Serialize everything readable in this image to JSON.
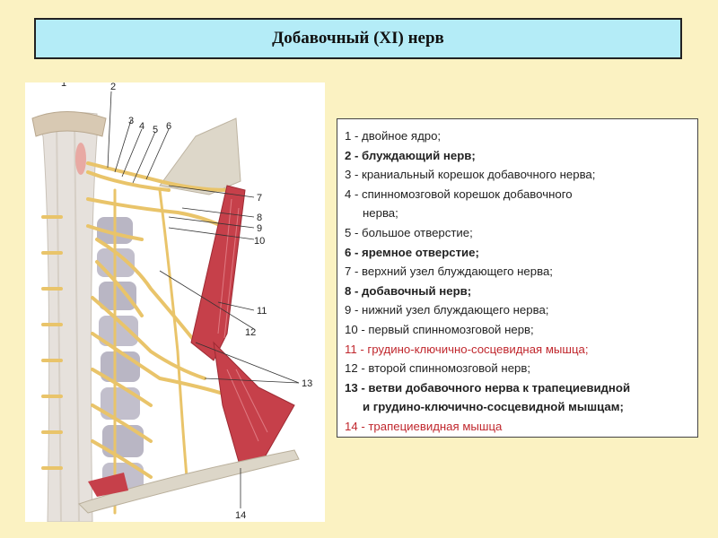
{
  "title": "Добавочный (XI) нерв",
  "figure": {
    "labels": [
      "1",
      "2",
      "3",
      "4",
      "5",
      "6",
      "7",
      "8",
      "9",
      "10",
      "11",
      "12",
      "13",
      "14"
    ]
  },
  "legend": [
    {
      "text": "1 - двойное ядро;",
      "style": "normal"
    },
    {
      "text": "2 - блуждающий нерв;",
      "style": "bold"
    },
    {
      "text": "3 - краниальный корешок добавочного нерва;",
      "style": "normal"
    },
    {
      "text": "4 - спинномозговой корешок добавочного",
      "style": "normal"
    },
    {
      "text": "нерва;",
      "style": "indent"
    },
    {
      "text": "5 - большое отверстие;",
      "style": "normal"
    },
    {
      "text": "6 - яремное отверстие;",
      "style": "bold"
    },
    {
      "text": "7 - верхний узел блуждающего нерва;",
      "style": "normal"
    },
    {
      "text": "8 - добавочный нерв;",
      "style": "bold"
    },
    {
      "text": "9 - нижний узел блуждающего нерва;",
      "style": "normal"
    },
    {
      "text": "10 - первый спинномозговой нерв;",
      "style": "normal"
    },
    {
      "text": "11 - грудино-ключично-сосцевидная мышца;",
      "style": "red"
    },
    {
      "text": "12 - второй спинномозговой нерв;",
      "style": "normal"
    },
    {
      "text": "13 - ветви добавочного нерва к трапециевидной",
      "style": "bold"
    },
    {
      "text": "и грудино-ключично-сосцевидной мышцам;",
      "style": "bold-indent"
    },
    {
      "text": "14 - трапециевидная мышца",
      "style": "red"
    }
  ],
  "colors": {
    "background": "#fbf2c2",
    "title_bg": "#b4ecf7",
    "nerve": "#e9c46a",
    "muscle": "#c6404a",
    "red_text": "#c0272d"
  }
}
